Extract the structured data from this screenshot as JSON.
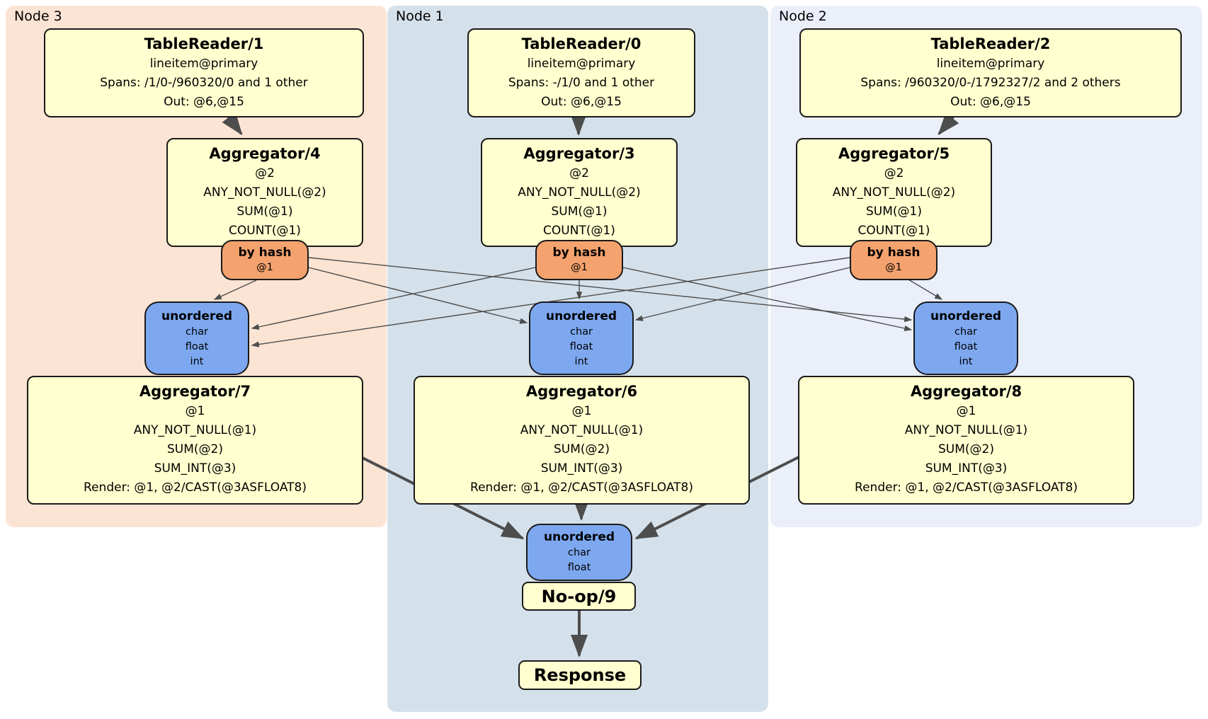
{
  "nodes": [
    {
      "label": "Node 3",
      "table_reader": {
        "title": "TableReader/1",
        "lines": [
          "lineitem@primary",
          "Spans: /1/0-/960320/0 and 1 other",
          "Out: @6,@15"
        ]
      },
      "aggregator_top": {
        "title": "Aggregator/4",
        "lines": [
          "@2",
          "ANY_NOT_NULL(@2)",
          "SUM(@1)",
          "COUNT(@1)"
        ]
      },
      "router": {
        "title": "by hash",
        "detail": "@1"
      },
      "sync": {
        "title": "unordered",
        "lines": [
          "char",
          "float",
          "int"
        ]
      },
      "aggregator_bottom": {
        "title": "Aggregator/7",
        "lines": [
          "@1",
          "ANY_NOT_NULL(@1)",
          "SUM(@2)",
          "SUM_INT(@3)",
          "Render: @1, @2/CAST(@3ASFLOAT8)"
        ]
      }
    },
    {
      "label": "Node 1",
      "table_reader": {
        "title": "TableReader/0",
        "lines": [
          "lineitem@primary",
          "Spans: -/1/0 and 1 other",
          "Out: @6,@15"
        ]
      },
      "aggregator_top": {
        "title": "Aggregator/3",
        "lines": [
          "@2",
          "ANY_NOT_NULL(@2)",
          "SUM(@1)",
          "COUNT(@1)"
        ]
      },
      "router": {
        "title": "by hash",
        "detail": "@1"
      },
      "sync": {
        "title": "unordered",
        "lines": [
          "char",
          "float",
          "int"
        ]
      },
      "aggregator_bottom": {
        "title": "Aggregator/6",
        "lines": [
          "@1",
          "ANY_NOT_NULL(@1)",
          "SUM(@2)",
          "SUM_INT(@3)",
          "Render: @1, @2/CAST(@3ASFLOAT8)"
        ]
      }
    },
    {
      "label": "Node 2",
      "table_reader": {
        "title": "TableReader/2",
        "lines": [
          "lineitem@primary",
          "Spans: /960320/0-/1792327/2 and 2 others",
          "Out: @6,@15"
        ]
      },
      "aggregator_top": {
        "title": "Aggregator/5",
        "lines": [
          "@2",
          "ANY_NOT_NULL(@2)",
          "SUM(@1)",
          "COUNT(@1)"
        ]
      },
      "router": {
        "title": "by hash",
        "detail": "@1"
      },
      "sync": {
        "title": "unordered",
        "lines": [
          "char",
          "float",
          "int"
        ]
      },
      "aggregator_bottom": {
        "title": "Aggregator/8",
        "lines": [
          "@1",
          "ANY_NOT_NULL(@1)",
          "SUM(@2)",
          "SUM_INT(@3)",
          "Render: @1, @2/CAST(@3ASFLOAT8)"
        ]
      }
    }
  ],
  "final": {
    "sync": {
      "title": "unordered",
      "lines": [
        "char",
        "float"
      ]
    },
    "noop": {
      "title": "No-op/9"
    },
    "response": {
      "title": "Response"
    }
  },
  "colors": {
    "node3_panel": "#fce4d4",
    "node1_panel": "#d5e1ea",
    "node2_panel": "#eaeff9",
    "process_box_fill": "#ffffcf",
    "router_fill": "#f4a26e",
    "sync_fill": "#7da8f0",
    "edge": "#4d4d4d",
    "border": "#1a1a1a"
  }
}
